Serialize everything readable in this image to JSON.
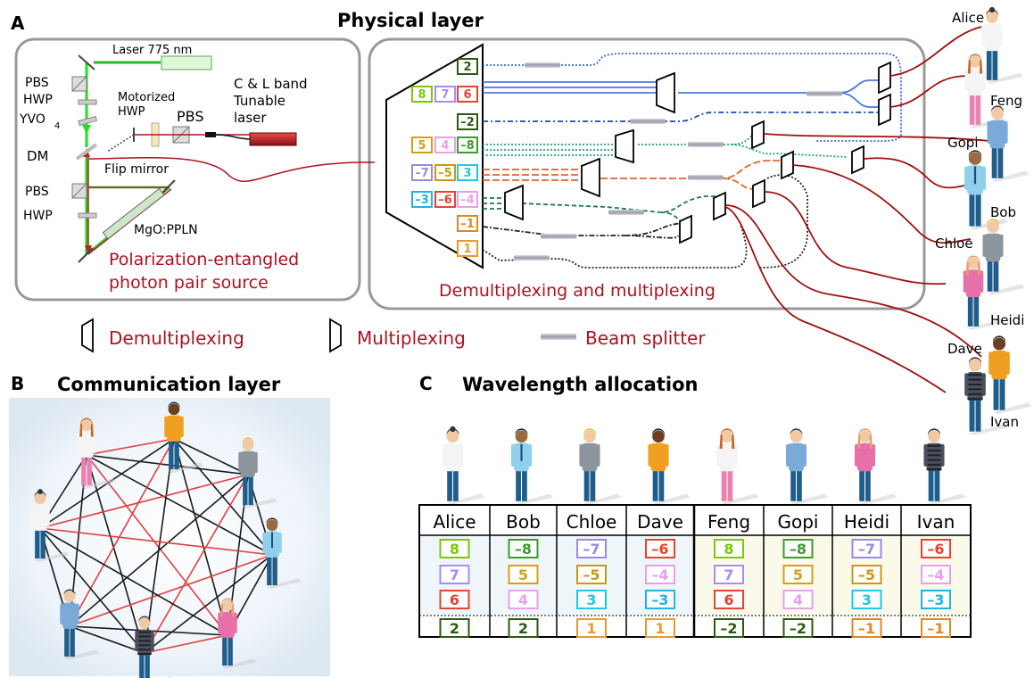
{
  "panels": {
    "a": {
      "letter": "A",
      "title": "Physical layer"
    },
    "b": {
      "letter": "B",
      "title": "Communication layer"
    },
    "c": {
      "letter": "C",
      "title": "Wavelength allocation"
    }
  },
  "source": {
    "laser": "Laser 775 nm",
    "pbs_top": "PBS",
    "hwp_top": "HWP",
    "yvo": "YVO",
    "yvo_sub": "4",
    "dm": "DM",
    "motorized": "Motorized",
    "motorized_hwp": "HWP",
    "pbs_mid": "PBS",
    "tunable1": "C & L band",
    "tunable2": "Tunable",
    "tunable3": "laser",
    "flip": "Flip mirror",
    "pbs_low": "PBS",
    "hwp_low": "HWP",
    "crystal": "MgO:PPLN",
    "caption1": "Polarization-entangled",
    "caption2": "photon pair source"
  },
  "demux": {
    "caption": "Demultiplexing and multiplexing",
    "channels": [
      "2",
      "8",
      "7",
      "6",
      "-2",
      "5",
      "4",
      "-8",
      "-7",
      "-5",
      "3",
      "-3",
      "-6",
      "-4",
      "-1",
      "1"
    ]
  },
  "legend": {
    "demux": "Demultiplexing",
    "mux": "Multiplexing",
    "bs": "Beam splitter"
  },
  "users": [
    "Alice",
    "Feng",
    "Gopi",
    "Bob",
    "Chloe",
    "Heidi",
    "Dave",
    "Ivan"
  ],
  "allocation": {
    "headers": [
      "Alice",
      "Bob",
      "Chloe",
      "Dave",
      "Feng",
      "Gopi",
      "Heidi",
      "Ivan"
    ],
    "rows": [
      [
        "8",
        "-8",
        "-7",
        "-6",
        "8",
        "-8",
        "-7",
        "-6"
      ],
      [
        "7",
        "5",
        "-5",
        "-4",
        "7",
        "5",
        "-5",
        "-4"
      ],
      [
        "6",
        "4",
        "3",
        "-3",
        "6",
        "4",
        "3",
        "-3"
      ],
      [
        "2",
        "2",
        "1",
        "1",
        "-2",
        "-2",
        "-1",
        "-1"
      ]
    ]
  },
  "colors": {
    "8": "#7ac70c",
    "-8": "#3c9a2e",
    "7": "#a78bfa",
    "-7": "#9b8ae0",
    "6": "#e8432f",
    "-6": "#e8432f",
    "5": "#d4a017",
    "-5": "#c99a10",
    "4": "#e8a0e8",
    "-4": "#e6a0ea",
    "3": "#1ec8e6",
    "-3": "#1eb4e6",
    "2": "#2d5a12",
    "-2": "#2d5a12",
    "1": "#e89a30",
    "-1": "#e08820",
    "accent_red": "#b01020"
  }
}
